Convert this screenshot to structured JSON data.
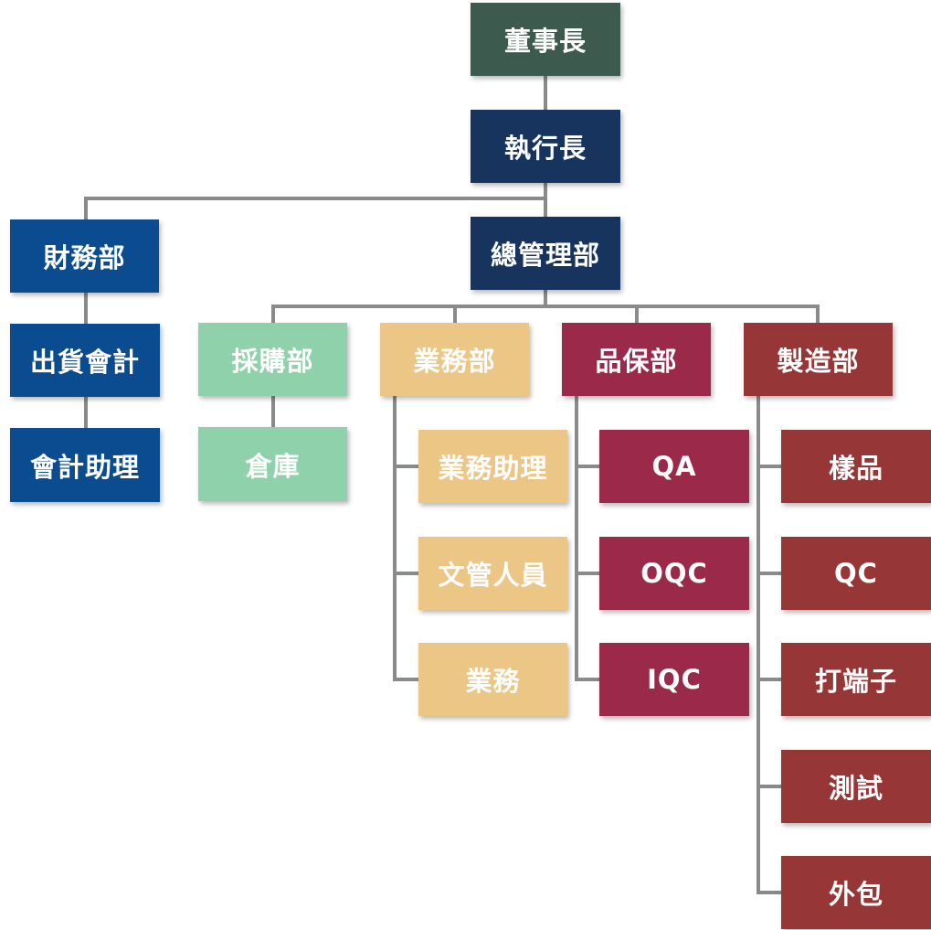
{
  "colors": {
    "chairman": "#3d5a4f",
    "ceo": "#17345e",
    "finance": "#0b4b8f",
    "purchasing": "#8fd1ab",
    "sales": "#ecc685",
    "qa": "#9b2a4a",
    "manufacturing": "#963636",
    "connector": "#8a8a8a"
  },
  "nodes": {
    "chairman": "董事長",
    "ceo": "執行長",
    "finance": "財務部",
    "shipping_accounting": "出貨會計",
    "accounting_assistant": "會計助理",
    "general_management": "總管理部",
    "purchasing": "採購部",
    "warehouse": "倉庫",
    "sales": "業務部",
    "sales_assistant": "業務助理",
    "document_staff": "文管人員",
    "sales_rep": "業務",
    "quality": "品保部",
    "qa": "QA",
    "oqc": "OQC",
    "iqc": "IQC",
    "manufacturing": "製造部",
    "sample": "樣品",
    "qc": "QC",
    "terminal": "打端子",
    "testing": "測試",
    "outsourcing": "外包"
  }
}
